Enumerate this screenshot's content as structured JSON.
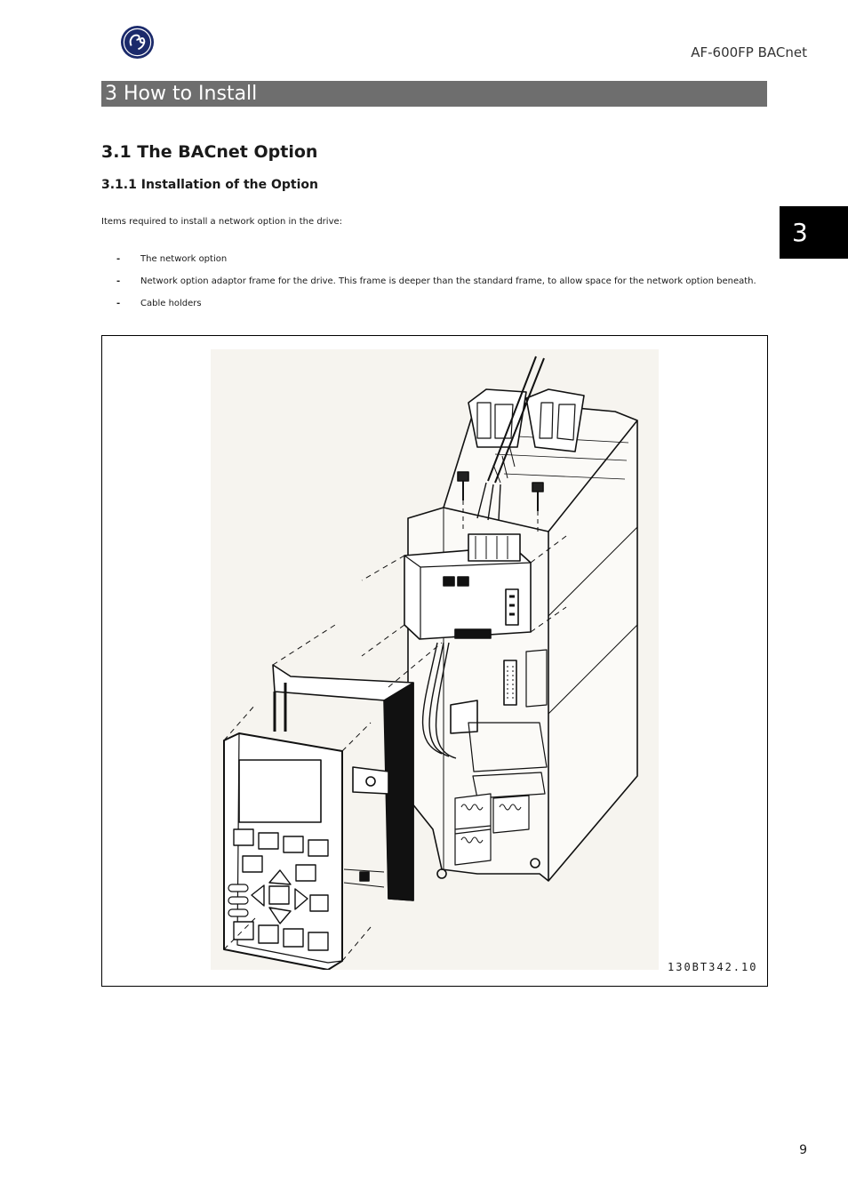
{
  "header": {
    "doc_title": "AF-600FP BACnet"
  },
  "chapter": {
    "title": "3  How to Install",
    "tab_number": "3"
  },
  "section": {
    "heading": "3.1  The BACnet Option",
    "subheading": "3.1.1  Installation of the Option",
    "intro": "Items required to install a network option in the drive:",
    "bullet_marker": "-",
    "items": [
      "The network option",
      "Network option adaptor frame for the drive. This frame is deeper than the standard frame, to allow space for the network option beneath.",
      "Cable holders"
    ]
  },
  "figure": {
    "code": "130BT342.10"
  },
  "footer": {
    "page_number": "9"
  }
}
